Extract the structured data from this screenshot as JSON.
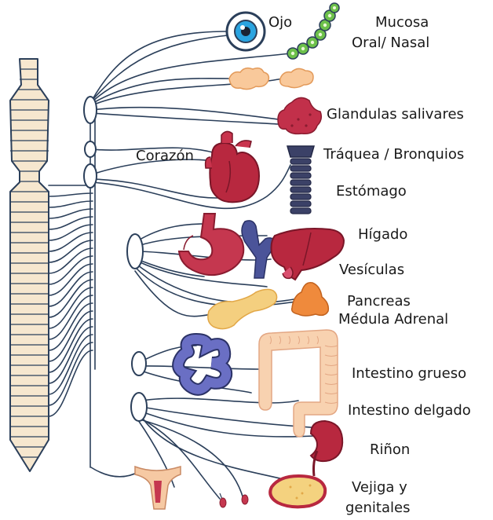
{
  "labels": {
    "ojo": "Ojo",
    "mucosa": "Mucosa",
    "oral_nasal": "Oral/ Nasal",
    "glandulas": "Glandulas salivares",
    "corazon": "Corazón",
    "traquea": "Tráquea / Bronquios",
    "estomago": "Estómago",
    "higado": "Hígado",
    "vesiculas": "Vesículas",
    "pancreas": "Pancreas",
    "medula": "Médula Adrenal",
    "intestino_grueso": "Intestino grueso",
    "intestino_delgado": "Intestino delgado",
    "rinon": "Riñon",
    "vejiga": "Vejiga y",
    "genitales": "genitales"
  },
  "icons": {
    "spinal_cord": "spinal-cord-icon",
    "ganglia": "ganglion-icon",
    "eye": "eye-icon",
    "mucosa": "mucosa-cells-icon",
    "salivary": "salivary-gland-icon",
    "heart": "heart-icon",
    "trachea": "trachea-icon",
    "stomach": "stomach-icon",
    "liver": "liver-icon",
    "pancreas": "pancreas-icon",
    "intestine": "intestine-icon",
    "kidney": "kidney-icon",
    "bladder": "bladder-icon",
    "uterus": "uterus-icon"
  },
  "colors": {
    "nerve": "#2b3f5a",
    "spine_fill": "#f6e7cf",
    "organ_red": "#b8283f",
    "organ_pink": "#d94f6e",
    "intestine_purple": "#6a6fc4",
    "pancreas_yellow": "#f4cf7f",
    "colon_peach": "#f6c9a3",
    "adrenal_orange": "#ef8a3c",
    "trachea_navy": "#3b4167",
    "mucosa_green": "#6cc04a",
    "eye_blue": "#2aa4e0"
  }
}
